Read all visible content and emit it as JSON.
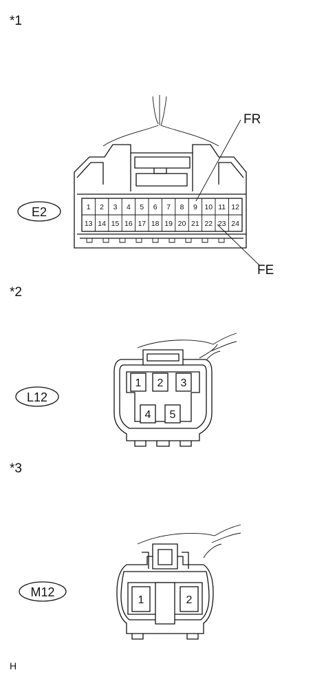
{
  "sections": [
    {
      "marker": "*1",
      "connector_id": "E2",
      "pins_row1": [
        "1",
        "2",
        "3",
        "4",
        "5",
        "6",
        "7",
        "8",
        "9",
        "10",
        "11",
        "12"
      ],
      "pins_row2": [
        "13",
        "14",
        "15",
        "16",
        "17",
        "18",
        "19",
        "20",
        "21",
        "22",
        "23",
        "24"
      ],
      "callouts": [
        {
          "text": "FR",
          "pin": "9"
        },
        {
          "text": "FE",
          "pin": "23"
        }
      ]
    },
    {
      "marker": "*2",
      "connector_id": "L12",
      "pins_top": [
        "1",
        "2",
        "3"
      ],
      "pins_bottom": [
        "4",
        "5"
      ]
    },
    {
      "marker": "*3",
      "connector_id": "M12",
      "pins": [
        "1",
        "2"
      ]
    }
  ],
  "footer_code": "H"
}
